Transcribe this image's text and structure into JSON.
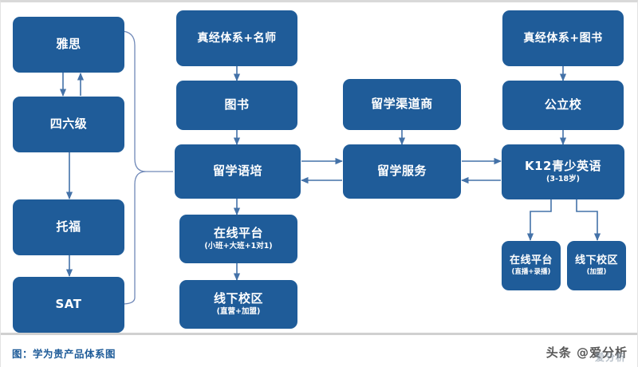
{
  "caption": "图：学为贵产品体系图",
  "watermark": {
    "text": "头条 @爱分析",
    "ghost": "爱分析"
  },
  "colors": {
    "node_fill": "#1F5C99",
    "connector": "#4472A8",
    "caption_text": "#1F5C99",
    "background": "#FFFFFF"
  },
  "nodes": {
    "ielts": {
      "title": "雅思",
      "sub": ""
    },
    "cet": {
      "title": "四六级",
      "sub": ""
    },
    "toefl": {
      "title": "托福",
      "sub": ""
    },
    "sat": {
      "title": "SAT",
      "sub": ""
    },
    "zhenjing_teacher": {
      "title": "真经体系+名师",
      "sub": ""
    },
    "books": {
      "title": "图书",
      "sub": ""
    },
    "abroad_training": {
      "title": "留学语培",
      "sub": ""
    },
    "online_platform": {
      "title": "在线平台",
      "sub": "(小班+大班+1对1)"
    },
    "offline_campus": {
      "title": "线下校区",
      "sub": "(直营+加盟)"
    },
    "abroad_channel": {
      "title": "留学渠道商",
      "sub": ""
    },
    "abroad_service": {
      "title": "留学服务",
      "sub": ""
    },
    "zhenjing_books": {
      "title": "真经体系+图书",
      "sub": ""
    },
    "public_school": {
      "title": "公立校",
      "sub": ""
    },
    "k12_english": {
      "title": "K12青少英语",
      "sub": "(3-18岁)"
    },
    "k12_online": {
      "title": "在线平台",
      "sub": "(直播+录播)"
    },
    "k12_offline": {
      "title": "线下校区",
      "sub": "(加盟)"
    }
  }
}
